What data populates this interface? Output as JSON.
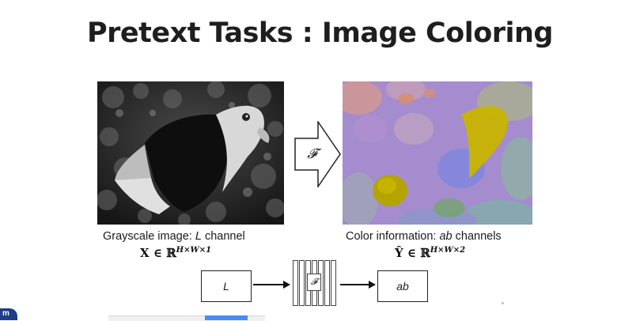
{
  "slide": {
    "title": "Pretext Tasks : Image Coloring"
  },
  "left_image": {
    "caption_prefix": "Grayscale image: ",
    "caption_var": "L",
    "caption_suffix": " channel",
    "math_base": "X ∈ ℝ",
    "math_sup": "H×W×1"
  },
  "right_image": {
    "caption_prefix": "Color information: ",
    "caption_var": "ab",
    "caption_suffix": " channels",
    "math_base": "Ŷ ∈ ℝ",
    "math_sup": "H×W×2"
  },
  "transform_arrow": {
    "symbol": "𝓕"
  },
  "pipeline": {
    "input_label": "L",
    "network_symbol": "𝓕",
    "output_label": "ab"
  },
  "colors": {
    "text": "#1e1e1e",
    "colormap_base": "#a48ccf",
    "colormap_yellow": "#c8b400",
    "logo": "#1f3d8a"
  }
}
